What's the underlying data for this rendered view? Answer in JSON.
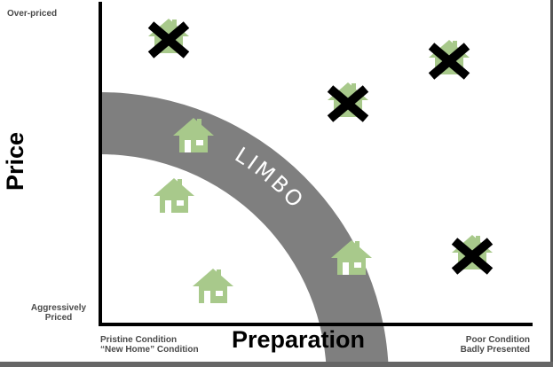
{
  "axes": {
    "x_title": "Preparation",
    "y_title": "Price",
    "x_left_label": [
      "Pristine Condition",
      "“New Home” Condition"
    ],
    "x_right_label": [
      "Poor Condition",
      "Badly Presented"
    ],
    "y_top_label": "Over-priced",
    "y_bottom_label": [
      "Aggressively",
      "Priced"
    ]
  },
  "band_label": "LIMBO",
  "colors": {
    "axis": "#000000",
    "band": "#7f7f7f",
    "band_text": "#ffffff",
    "house": "#a8c98b",
    "house_dark": "#8fb874",
    "x_mark": "#000000",
    "label": "#4a4a4a"
  },
  "markers": {
    "good_houses": [
      {
        "name": "house-limbo-top"
      },
      {
        "name": "house-left-mid"
      },
      {
        "name": "house-left-bottom"
      },
      {
        "name": "house-limbo-bottom"
      }
    ],
    "rejected_houses": [
      {
        "name": "rejected-house-top-left"
      },
      {
        "name": "rejected-house-center"
      },
      {
        "name": "rejected-house-top-right"
      },
      {
        "name": "rejected-house-bottom-right"
      }
    ]
  }
}
